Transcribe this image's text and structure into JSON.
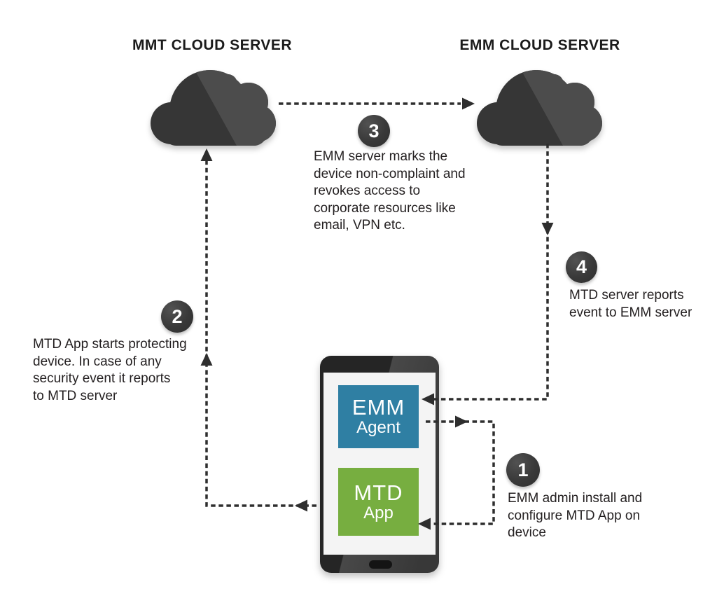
{
  "nodes": {
    "mtd_cloud": {
      "label": "MMT CLOUD SERVER"
    },
    "emm_cloud": {
      "label": "EMM CLOUD SERVER"
    }
  },
  "phone": {
    "emm_agent": {
      "title": "EMM",
      "subtitle": "Agent"
    },
    "mtd_app": {
      "title": "MTD",
      "subtitle": "App"
    }
  },
  "steps": [
    {
      "number": "1",
      "text": "EMM admin install and\nconfigure MTD App on\ndevice"
    },
    {
      "number": "2",
      "text": "MTD App starts protecting\ndevice. In case of any\nsecurity event it reports\nto MTD server"
    },
    {
      "number": "3",
      "text": "EMM server marks the\ndevice non-complaint and\nrevokes access to\ncorporate resources like\nemail, VPN etc."
    },
    {
      "number": "4",
      "text": "MTD server reports\nevent to EMM server"
    }
  ],
  "colors": {
    "emm_tile": "#2f7fa3",
    "mtd_tile": "#77ae40",
    "cloud_dark": "#363636",
    "cloud_light": "#4c4c4c",
    "arrow": "#2e2e2e",
    "badge": "#393939"
  }
}
